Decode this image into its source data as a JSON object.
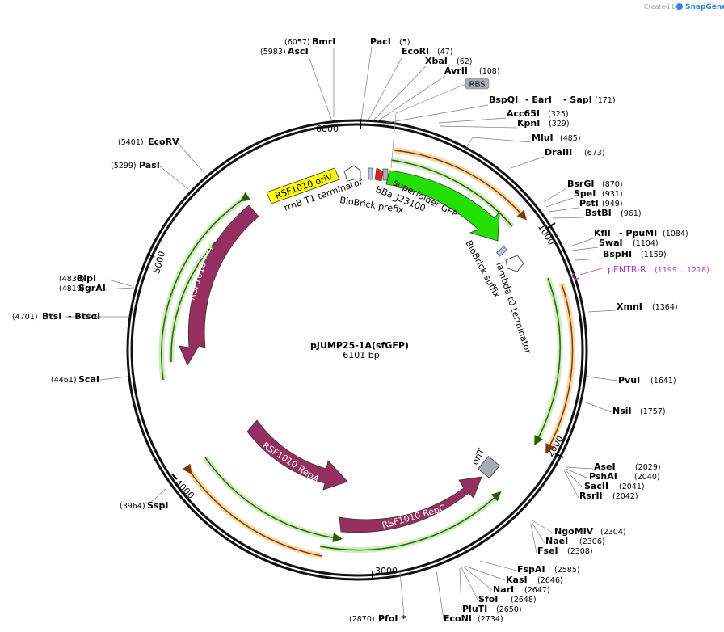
{
  "credit": {
    "prefix": "Created by",
    "brand": "SnapGene"
  },
  "plasmid": {
    "name": "pJUMP25-1A(sfGFP)",
    "size": "6101 bp"
  },
  "colors": {
    "magenta": "#b33dc6",
    "rep": "#962f5f",
    "sfgfp": "#22e000",
    "oriV": "#ffff00",
    "orit": "#a7adb4"
  },
  "site_list": [
    {
      "name": "BmrI",
      "pos": "(6057)"
    },
    {
      "name": "AscI",
      "pos": "(5983)"
    },
    {
      "name": "PacI",
      "pos": "(5)"
    },
    {
      "name": "EcoRI",
      "pos": "(47)"
    },
    {
      "name": "XbaI",
      "pos": "(62)"
    },
    {
      "name": "AvrII",
      "pos": "(108)"
    },
    {
      "name": "BspQI",
      "pos": ""
    },
    {
      "name": "- EarI",
      "pos": ""
    },
    {
      "name": "- SapI",
      "pos": "(171)"
    },
    {
      "name": "Acc65I",
      "pos": "(325)"
    },
    {
      "name": "KpnI",
      "pos": "(329)"
    },
    {
      "name": "MluI",
      "pos": "(485)"
    },
    {
      "name": "DraIII",
      "pos": "(673)"
    },
    {
      "name": "BsrGI",
      "pos": "(870)"
    },
    {
      "name": "SpeI",
      "pos": "(931)"
    },
    {
      "name": "PstI",
      "pos": "(949)"
    },
    {
      "name": "BstBI",
      "pos": "(961)"
    },
    {
      "name": "KflI",
      "pos": ""
    },
    {
      "name": "- PpuMI",
      "pos": "(1084)"
    },
    {
      "name": "SwaI",
      "pos": "(1104)"
    },
    {
      "name": "BspHI",
      "pos": "(1159)"
    },
    {
      "name": "XmnI",
      "pos": "(1364)"
    },
    {
      "name": "PvuI",
      "pos": "(1641)"
    },
    {
      "name": "NsiI",
      "pos": "(1757)"
    },
    {
      "name": "AseI",
      "pos": "(2029)"
    },
    {
      "name": "PshAI",
      "pos": "(2040)"
    },
    {
      "name": "SacII",
      "pos": "(2041)"
    },
    {
      "name": "RsrII",
      "pos": "(2042)"
    },
    {
      "name": "NgoMIV",
      "pos": "(2304)"
    },
    {
      "name": "NaeI",
      "pos": "(2306)"
    },
    {
      "name": "FseI",
      "pos": "(2308)"
    },
    {
      "name": "FspAI",
      "pos": "(2585)"
    },
    {
      "name": "KasI",
      "pos": "(2646)"
    },
    {
      "name": "NarI",
      "pos": "(2647)"
    },
    {
      "name": "SfoI",
      "pos": "(2648)"
    },
    {
      "name": "PluTI",
      "pos": "(2650)"
    },
    {
      "name": "EcoNI",
      "pos": "(2734)"
    },
    {
      "name": "PfoI *",
      "pos": "(2870)"
    },
    {
      "name": "SspI",
      "pos": "(3964)"
    },
    {
      "name": "ScaI",
      "pos": "(4461)"
    },
    {
      "name": "BtsI",
      "pos": "(4701)"
    },
    {
      "name": "- BtsαI",
      "pos": ""
    },
    {
      "name": "BlpI",
      "pos": "(4830)"
    },
    {
      "name": "SgrAI",
      "pos": "(4819)"
    },
    {
      "name": "PasI",
      "pos": "(5299)"
    },
    {
      "name": "EcoRV",
      "pos": "(5401)"
    }
  ],
  "primer": {
    "name": "pENTR-R",
    "range": "(1199 .. 1218)"
  },
  "rbs": "RBS",
  "ticks": [
    "1000",
    "2000",
    "3000",
    "4000",
    "5000",
    "6000"
  ],
  "features": {
    "oriV": "RSF1010 oriV",
    "rrnB": "rrnB T1 terminator",
    "biobrick_prefix": "BioBrick prefix",
    "bba": "BBa_J23100",
    "sfgfp": "superfolder GFP",
    "biobrick_suffix": "BioBrick suffix",
    "lambda": "lambda t0 terminator",
    "repB": "RSF1010 RepB",
    "repA": "RSF1010 RepA",
    "repC": "RSF1010 RepC",
    "oriT": "oriT"
  }
}
